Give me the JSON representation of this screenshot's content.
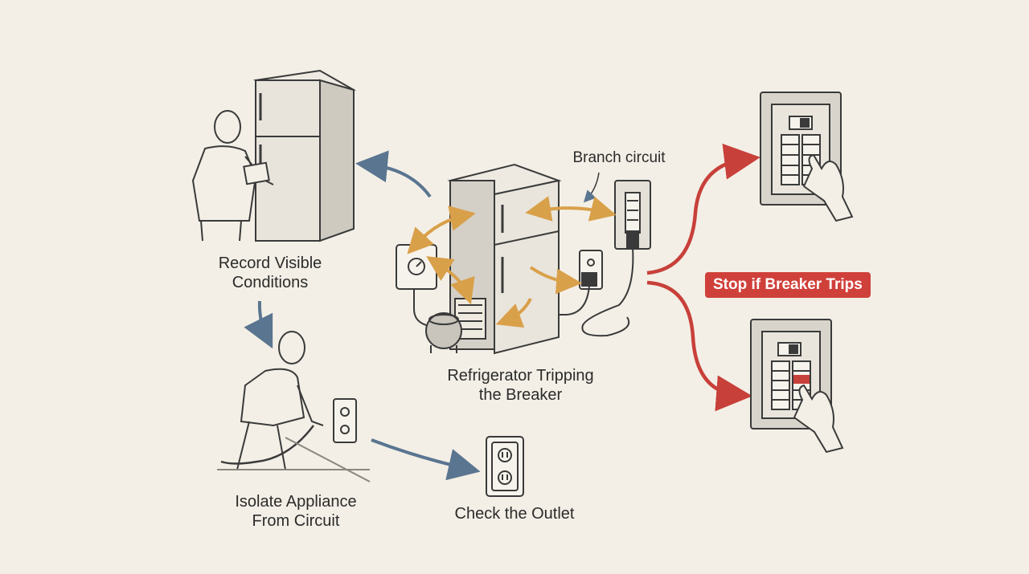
{
  "labels": {
    "record": [
      "Record Visible",
      "Conditions"
    ],
    "isolate": [
      "Isolate Appliance",
      "From Circuit"
    ],
    "check_outlet": "Check the Outlet",
    "center": [
      "Refrigerator Tripping",
      "the Breaker"
    ],
    "branch_circuit": "Branch circuit",
    "stop": "Stop if Breaker Trips"
  },
  "colors": {
    "background": "#f3efe6",
    "ink": "#3a3a3a",
    "blue_arrow": "#5a7590",
    "orange_arrow": "#d9a04a",
    "red_arrow": "#c8403a",
    "badge": "#d0403a"
  },
  "icons": [
    "person-writing-icon",
    "fridge-icon",
    "person-unplugging-icon",
    "outlet-icon",
    "breaker-panel-icon",
    "hand-icon",
    "thermostat-icon",
    "compressor-icon",
    "plug-icon"
  ]
}
